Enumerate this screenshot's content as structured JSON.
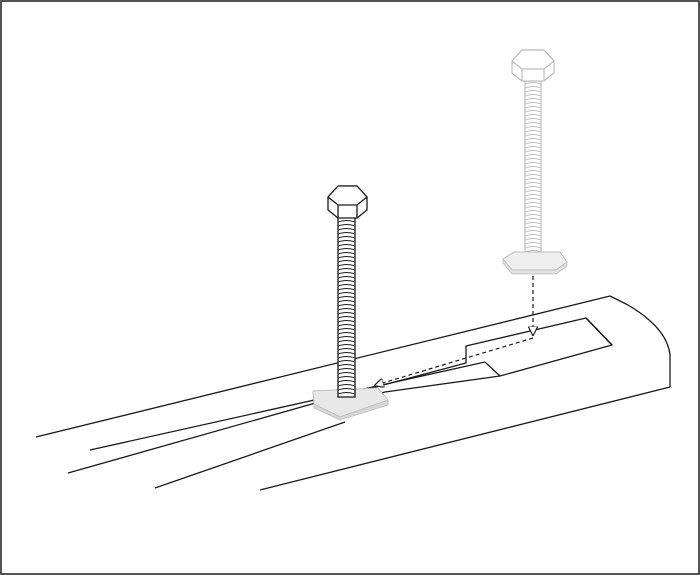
{
  "figure": {
    "kind": "assembly-instruction-diagram",
    "colors": {
      "line": "#1a1a1a",
      "ghost_line": "#bdbdbd",
      "ghost_fill": "#eeeeee",
      "washer_fill": "#e2e2e2",
      "slot_shadow": "#7a7a7a",
      "background": "#ffffff"
    },
    "parts": [
      {
        "id": "bolt-installed",
        "icon": "hex-bolt"
      },
      {
        "id": "bolt-ghost",
        "icon": "hex-bolt-with-square-plate"
      },
      {
        "id": "rail",
        "icon": "t-slot-rail"
      }
    ],
    "arrows": [
      {
        "id": "insert-arrow",
        "style": "dashed",
        "direction": "down-then-left"
      }
    ]
  }
}
